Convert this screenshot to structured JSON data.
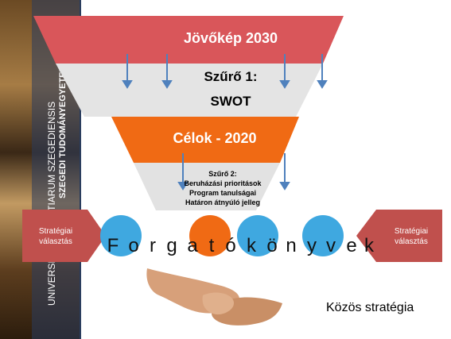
{
  "slide": {
    "sidebar": {
      "line1": "UNIVERSITAS SCIENTIARUM SZEGEDIENSIS",
      "line2": "SZEGEDI TUDOMÁNYEGYETEM"
    },
    "funnel": {
      "top_title": "Jövőkép 2030",
      "filter1_line1": "Szűrő 1:",
      "filter1_line2": "SWOT",
      "mid_title": "Célok - 2020",
      "filter2_title": "Szűrő 2:",
      "filter2_items": [
        "Beruházási prioritások",
        "Program tanulságai",
        "Határon átnyúló jelleg"
      ]
    },
    "left_arrow": {
      "line1": "Stratégiai",
      "line2": "választás"
    },
    "right_arrow": {
      "line1": "Stratégiai",
      "line2": "választás"
    },
    "scenario_letters": [
      "F",
      "o",
      "r",
      "g",
      "a",
      "t",
      "ó",
      "k",
      "ö",
      "n",
      "y",
      "v",
      "e",
      "k"
    ],
    "common_strategy": "Közös stratégia",
    "colors": {
      "top_band": "#d9565a",
      "mid_band": "#f06a14",
      "arrow": "#c0504d",
      "circle_blue": "#3fa8e0",
      "circle_orange": "#f06a14",
      "down_arrow": "#4f81bd",
      "sidebar": "#2a3d5e"
    }
  }
}
